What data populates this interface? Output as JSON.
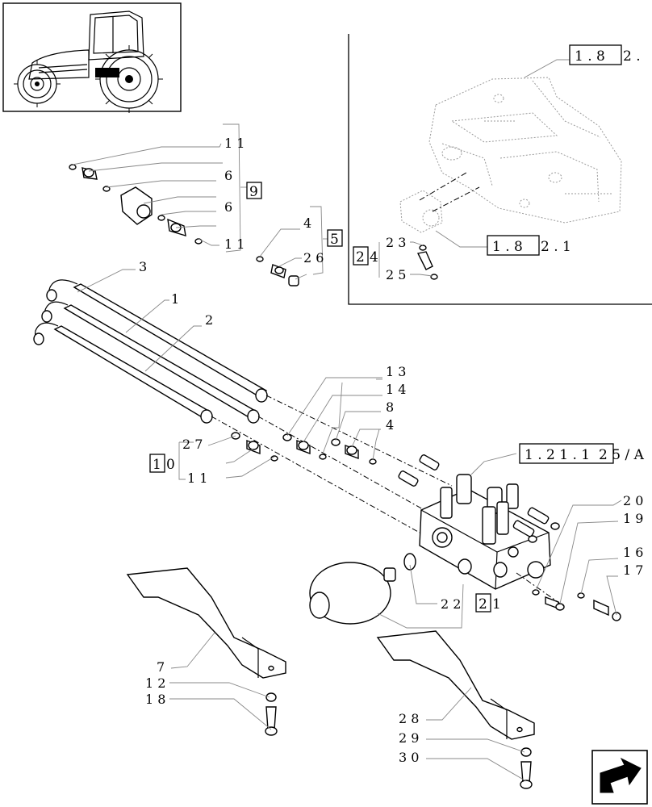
{
  "callouts": {
    "c11a": "1 1",
    "c6a": "6",
    "c6b": "6",
    "c11b": "1 1",
    "c4a": "4",
    "c26": "2 6",
    "c3": "3",
    "c1": "1",
    "c2": "2",
    "c13": "1 3",
    "c14": "1 4",
    "c8": "8",
    "c4b": "4",
    "c27": "2 7",
    "c11c": "1 1",
    "c20": "2 0",
    "c19": "1 9",
    "c16": "1 6",
    "c17": "1 7",
    "c22": "2 2",
    "c7": "7",
    "c12": "1 2",
    "c18": "1 8",
    "c28": "2 8",
    "c29": "2 9",
    "c30": "3 0",
    "c23": "2 3",
    "c25": "2 5"
  },
  "boxed": {
    "b9": "9",
    "b5": "5",
    "b24_box": "2",
    "b24_rest": "4",
    "b10_box": "1",
    "b10_rest": "0",
    "b21_box": "2",
    "b21_rest": "1"
  },
  "references": {
    "ref182_box": "1 . 8",
    "ref182_rest": "2 .",
    "ref1821_box": "1 . 8",
    "ref1821_rest": "2 . 1",
    "ref12125_box": "1 . 2 1 . 1",
    "ref12125_rest": "2 5 / A"
  }
}
